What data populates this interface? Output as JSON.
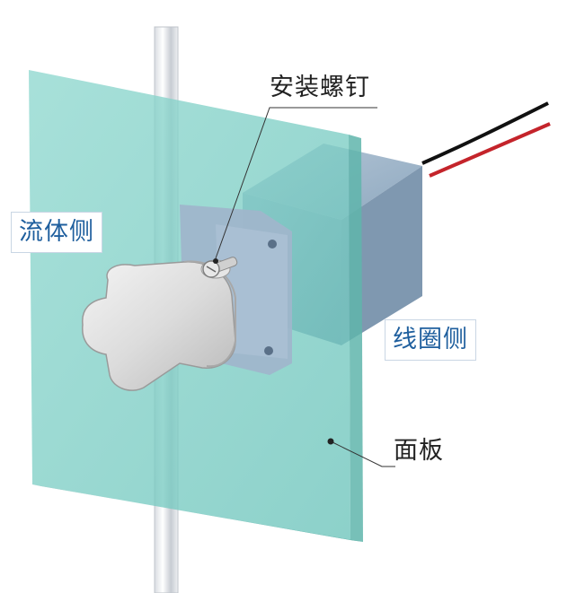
{
  "labels": {
    "mounting_screw": "安装螺钉",
    "fluid_side": "流体侧",
    "coil_side": "线圈侧",
    "panel": "面板"
  }
}
